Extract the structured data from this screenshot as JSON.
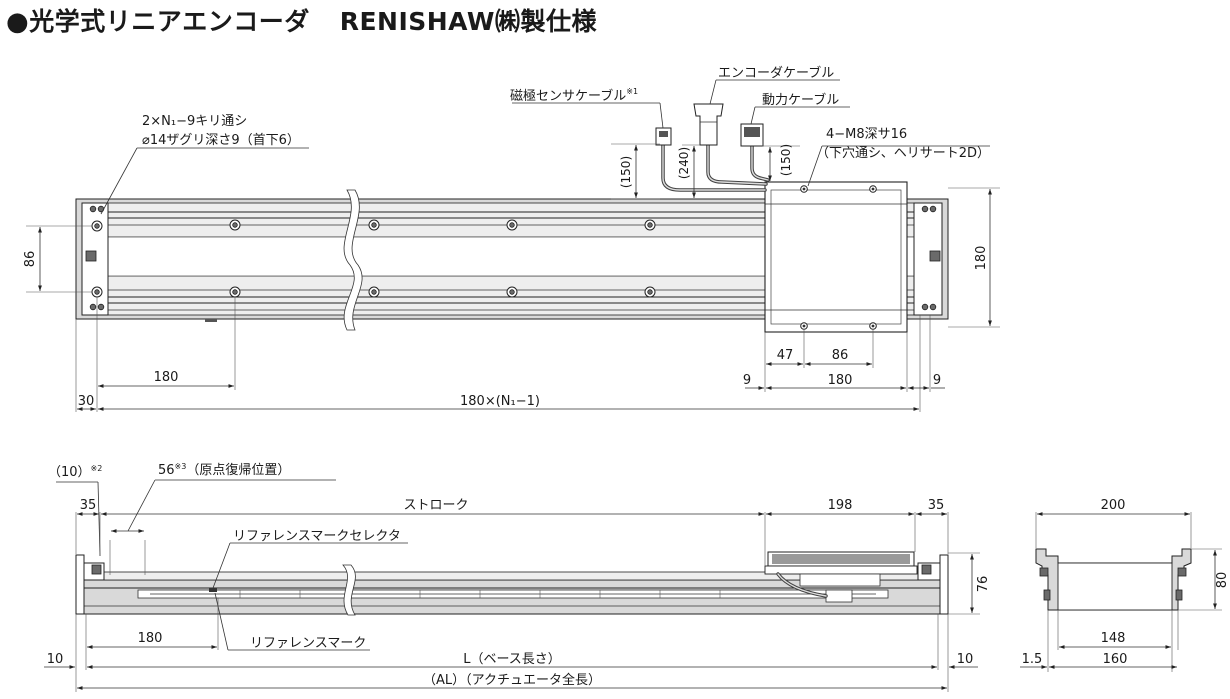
{
  "title": {
    "bullet": "●",
    "main": "光学式リニアエンコーダ",
    "maker": "RENISHAW㈱製仕様"
  },
  "labels": {
    "encoder_cable": "エンコーダケーブル",
    "magnetic_sensor_cable": "磁極センサケーブル",
    "magnetic_sensor_note": "※1",
    "power_cable": "動力ケーブル",
    "hole_spec_line1": "2×N₁−9キリ通シ",
    "hole_spec_line2": "⌀14ザグリ深さ9（首下6）",
    "tap_spec_line1": "4−M8深サ16",
    "tap_spec_line2": "（下穴通シ、ヘリサート2D）",
    "ref_selector": "リファレンスマークセレクタ",
    "ref_mark": "リファレンスマーク",
    "stroke": "ストローク",
    "origin_note_value": "56",
    "origin_note_mark": "※3",
    "origin_note_text": "（原点復帰位置）",
    "dim_10_paren": "（10）",
    "dim_10_note": "※2",
    "base_length": "L（ベース長さ）",
    "actuator_length": "（AL）（アクチュエータ全長）"
  },
  "dims": {
    "d150a": "(150)",
    "d240": "(240)",
    "d150b": "(150)",
    "d86_left": "86",
    "d180_right": "180",
    "d47": "47",
    "d86_slider": "86",
    "d9_left": "9",
    "d180_slider": "180",
    "d9_right": "9",
    "d180_pitch": "180",
    "d30": "30",
    "d180n": "180×(N₁−1)",
    "d35_left": "35",
    "d198": "198",
    "d35_right": "35",
    "d76": "76",
    "d180_ref": "180",
    "d10_left": "10",
    "d10_right": "10",
    "d200": "200",
    "d80": "80",
    "d148": "148",
    "d1_5": "1.5",
    "d160": "160"
  }
}
